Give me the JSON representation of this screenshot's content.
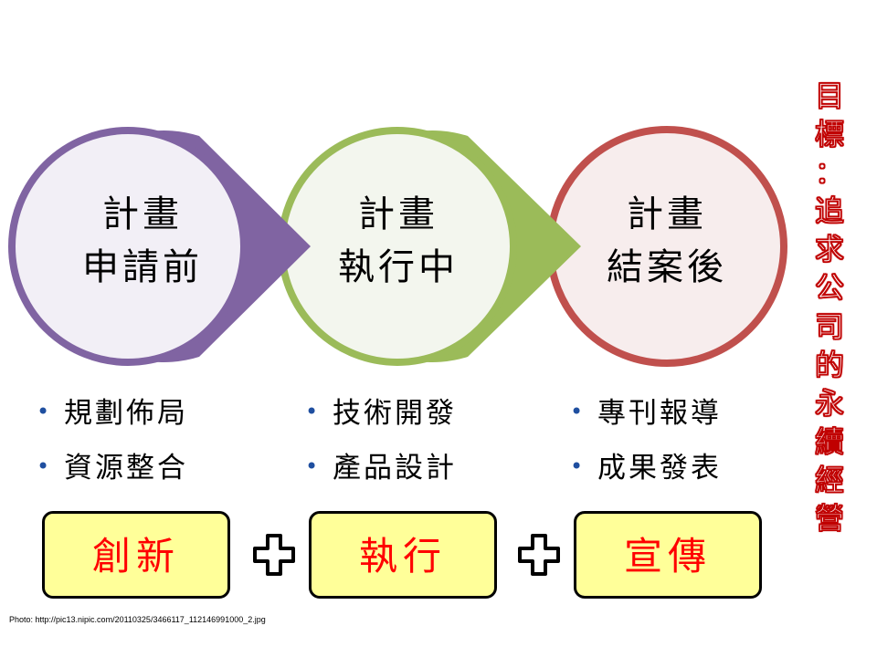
{
  "stages": [
    {
      "line1": "計畫",
      "line2": "申請前",
      "ring_color": "#8064a2",
      "fill_color": "#f2eff6"
    },
    {
      "line1": "計畫",
      "line2": "執行中",
      "ring_color": "#9bbb59",
      "fill_color": "#f3f6ee"
    },
    {
      "line1": "計畫",
      "line2": "結案後",
      "ring_color": "#c0504d",
      "fill_color": "#f7eded"
    }
  ],
  "bullets": [
    [
      "規劃佈局",
      "資源整合"
    ],
    [
      "技術開發",
      "產品設計"
    ],
    [
      "專刊報導",
      "成果發表"
    ]
  ],
  "bullet_glyph": "•",
  "actions": [
    "創新",
    "執行",
    "宣傳"
  ],
  "goal_chars": [
    "目",
    "標",
    "：",
    "追",
    "求",
    "公",
    "司",
    "的",
    "永",
    "續",
    "經",
    "營"
  ],
  "photo_credit": "Photo: http://pic13.nipic.com/20110325/3466117_112146991000_2.jpg",
  "colors": {
    "action_box_fill": "#ffff99",
    "action_text": "#ff0000",
    "goal_outline": "#c00000",
    "bullet_dot": "#1f4fa0"
  }
}
